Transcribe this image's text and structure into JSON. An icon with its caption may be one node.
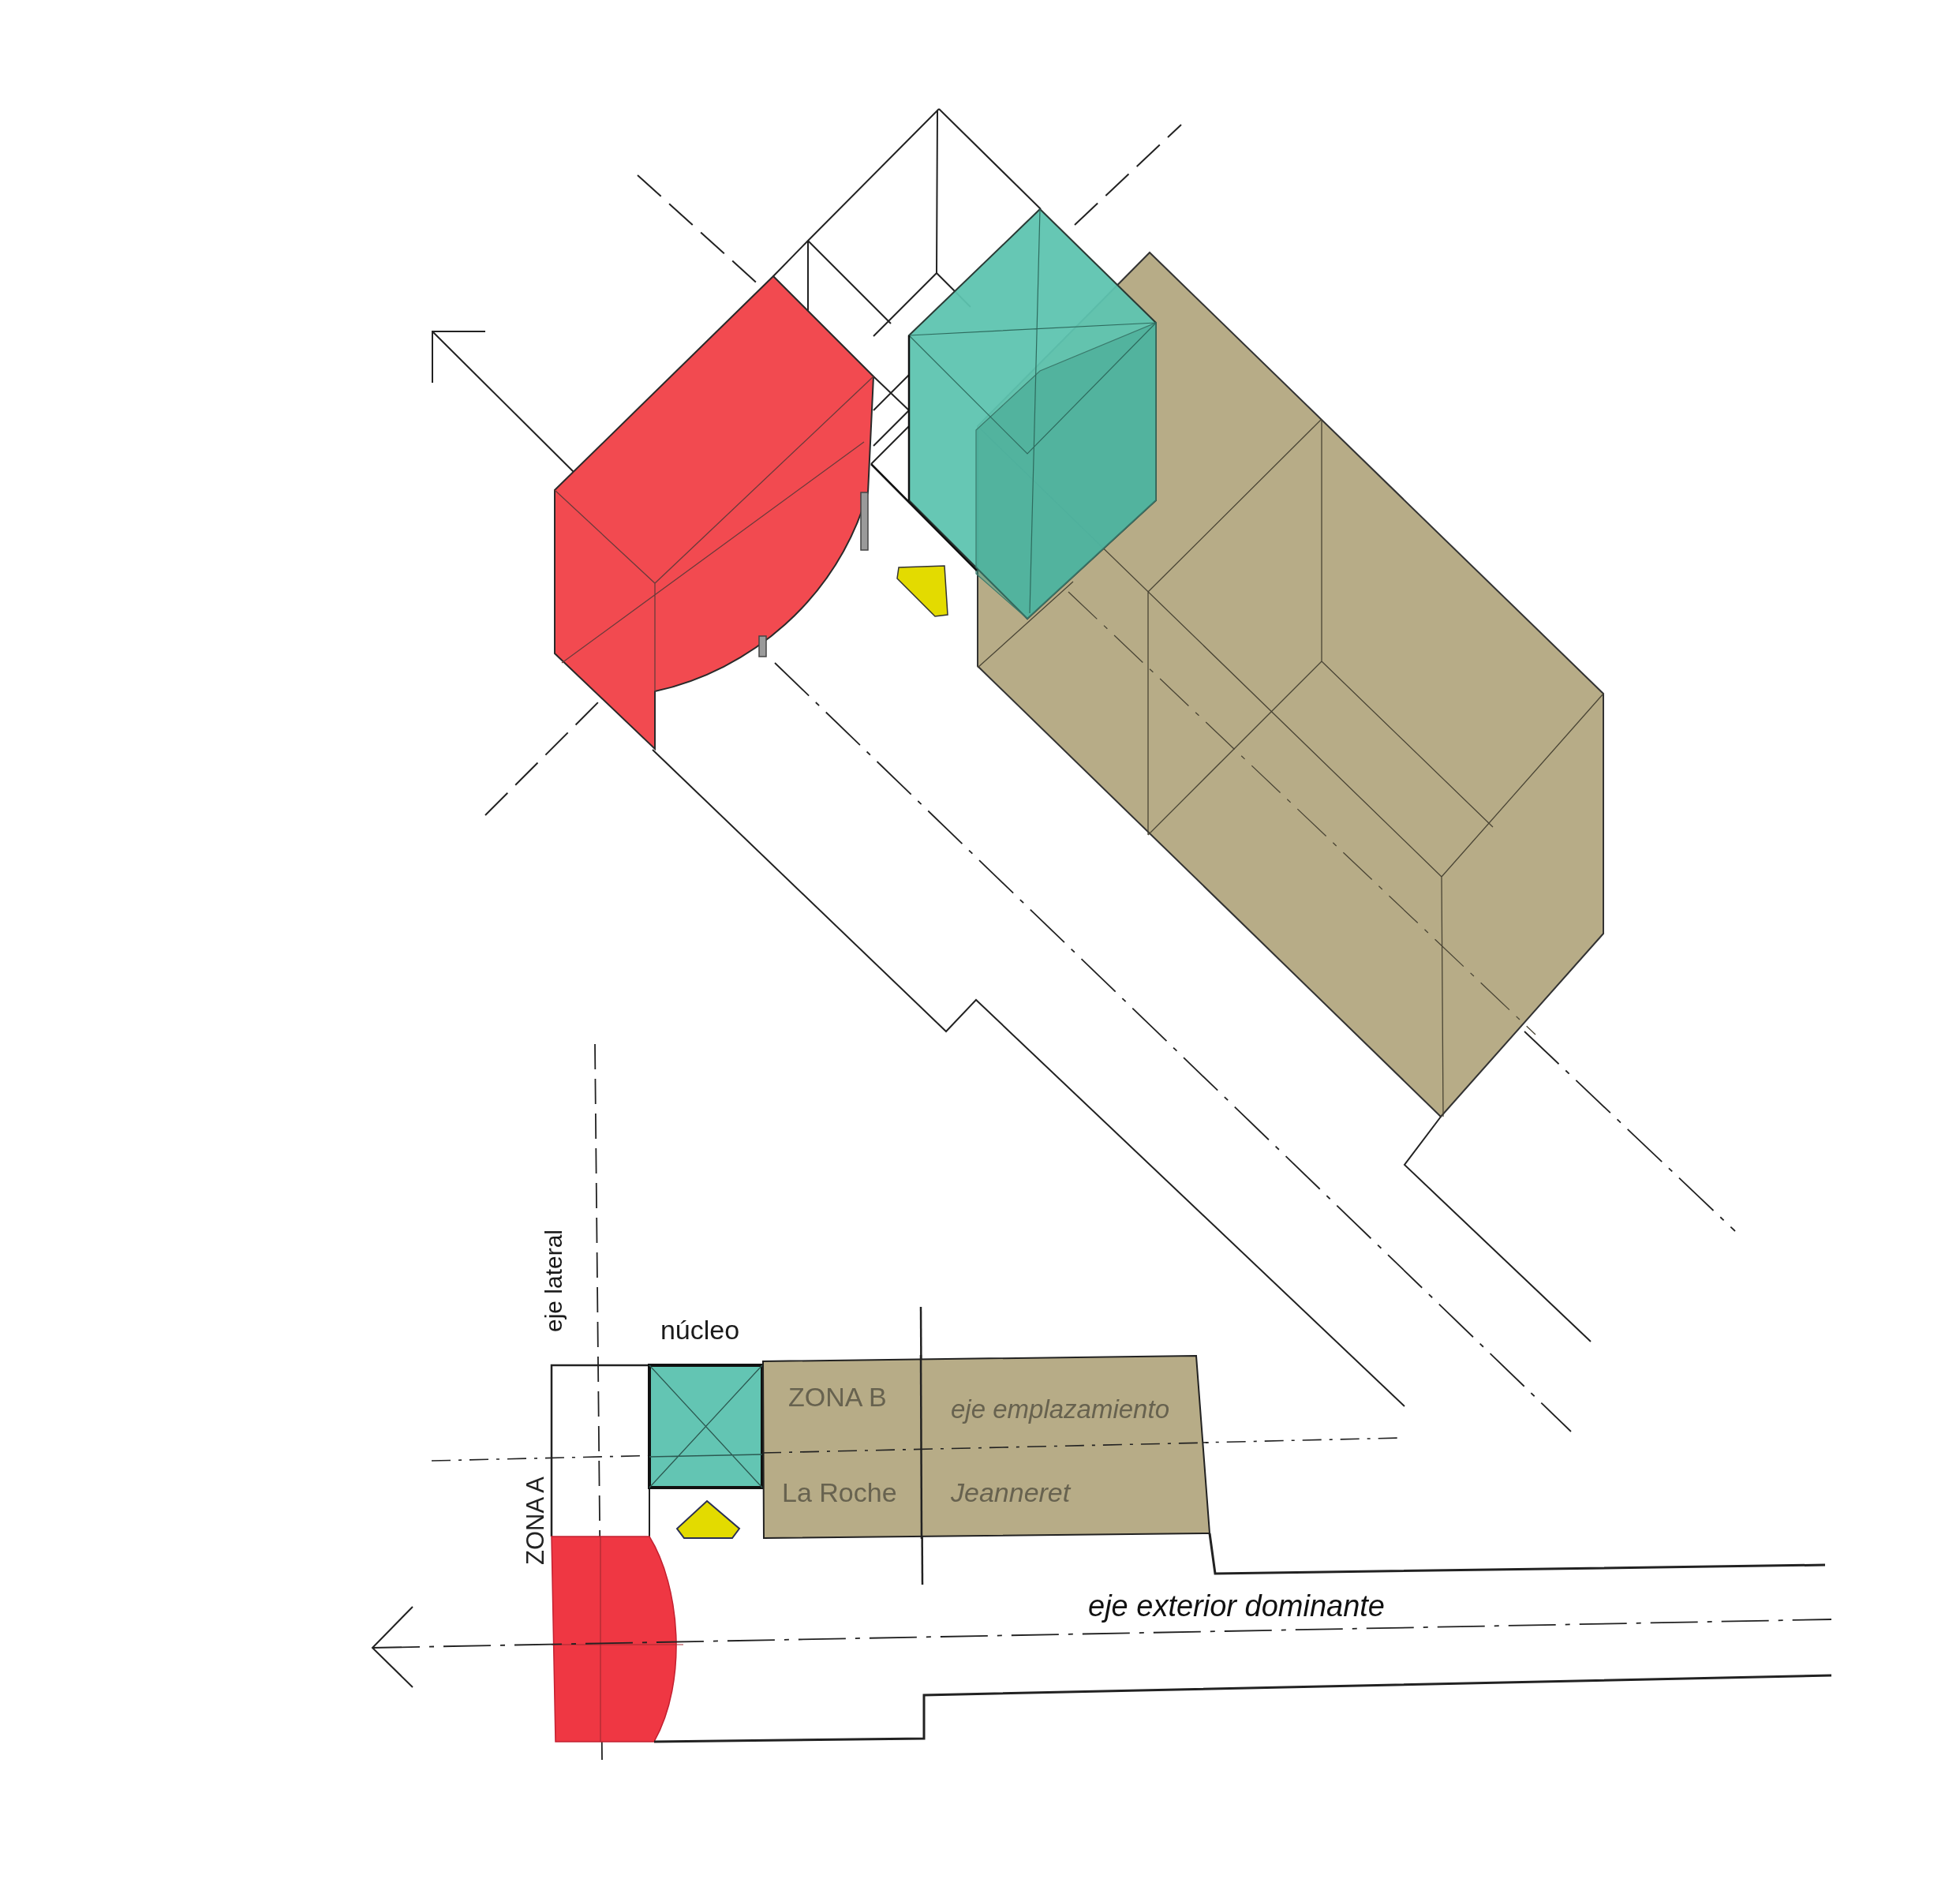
{
  "diagram": {
    "nodes": [
      {
        "text": [
          "ZONA B",
          "eje emplazamiento",
          "La Roche",
          "Jeanneret"
        ]
      }
    ],
    "labels": [
      "eje lateral",
      "núcleo",
      "ZONA A",
      "eje exterior dominante"
    ]
  }
}
